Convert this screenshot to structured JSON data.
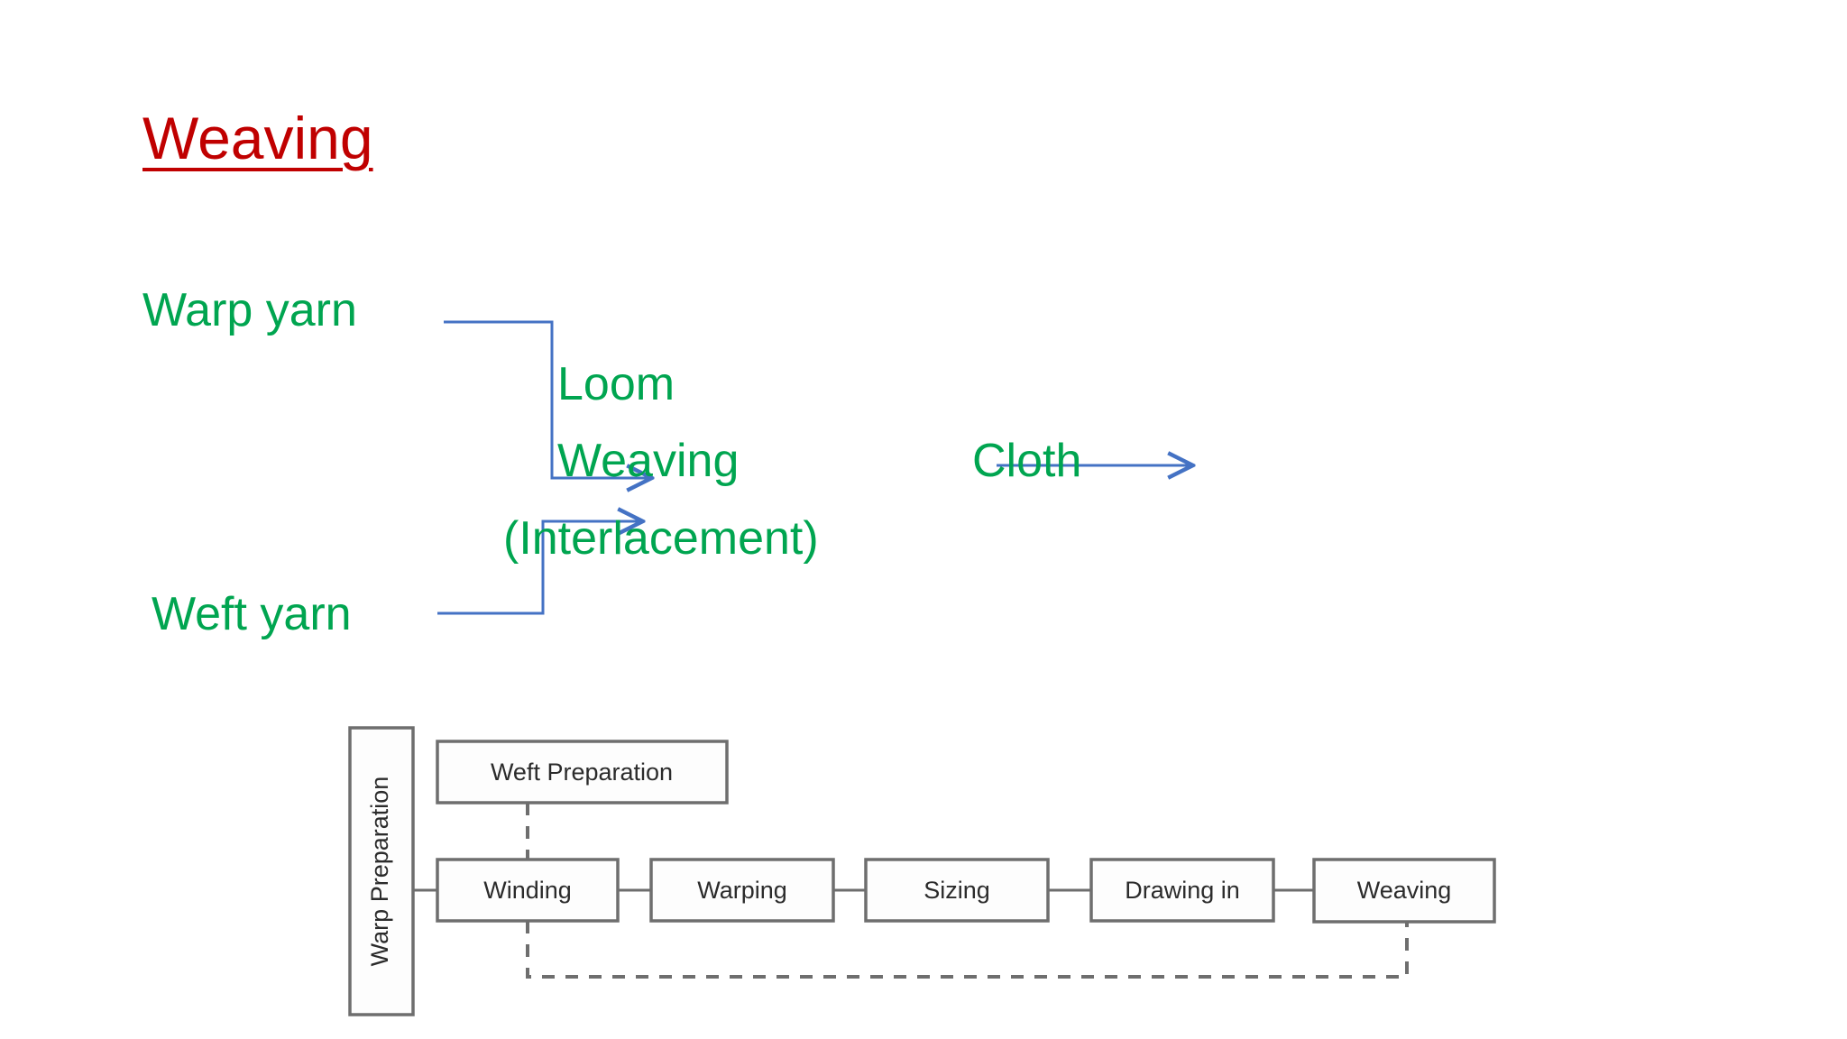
{
  "slide": {
    "background_color": "#ffffff",
    "title": "Weaving",
    "title_color": "#C00000"
  },
  "colors": {
    "title_red": "#C00000",
    "label_green": "#00A550",
    "connector_blue": "#4472C4",
    "flow_stroke_gray": "#6e6e6e",
    "flow_text_gray": "#2b2b2b"
  },
  "process_labels": {
    "warp_yarn": "Warp yarn",
    "weft_yarn": "Weft yarn",
    "loom": "Loom",
    "weaving": "Weaving",
    "interlacement": "(Interlacement)",
    "cloth": "Cloth"
  },
  "flowchart": {
    "warp_preparation": "Warp Preparation",
    "weft_preparation": "Weft Preparation",
    "stages": [
      "Winding",
      "Warping",
      "Sizing",
      "Drawing in",
      "Weaving"
    ]
  }
}
